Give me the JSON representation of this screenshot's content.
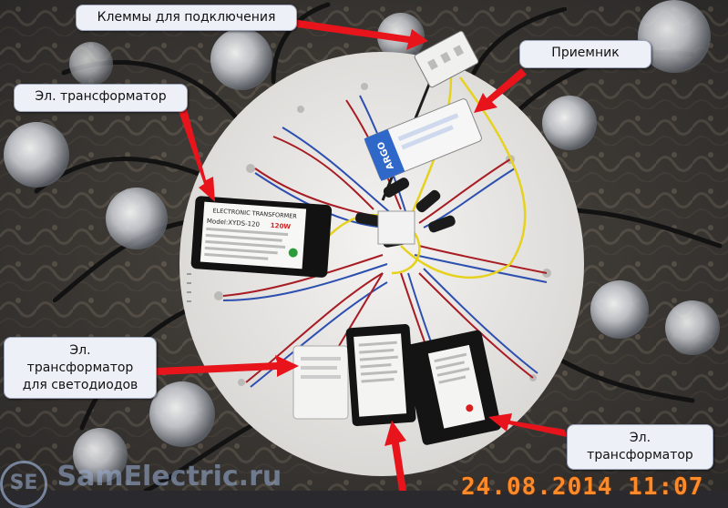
{
  "labels": {
    "terminals": "Клеммы для подключения",
    "receiver": "Приемник",
    "transformer_top": "Эл. трансформатор",
    "transformer_led_line1": "Эл.",
    "transformer_led_line2": "трансформатор",
    "transformer_led_line3": "для светодиодов",
    "transformer_bottom_line1": "Эл.",
    "transformer_bottom_line2": "трансформатор"
  },
  "photo": {
    "date_stamp": "24.08.2014 11:07",
    "watermark_logo": "SE",
    "watermark_text": "SamElectric.ru"
  },
  "device_text": {
    "transformer_title": "ELECTRONIC TRANSFORMER",
    "transformer_model": "Model:XYDS-120",
    "transformer_power": "120W",
    "receiver_brand": "ARGO"
  },
  "colors": {
    "arrow": "#e8141c",
    "panel": "#ecebea",
    "transformer_body": "#111111",
    "date_stamp": "#ff8a2a"
  }
}
